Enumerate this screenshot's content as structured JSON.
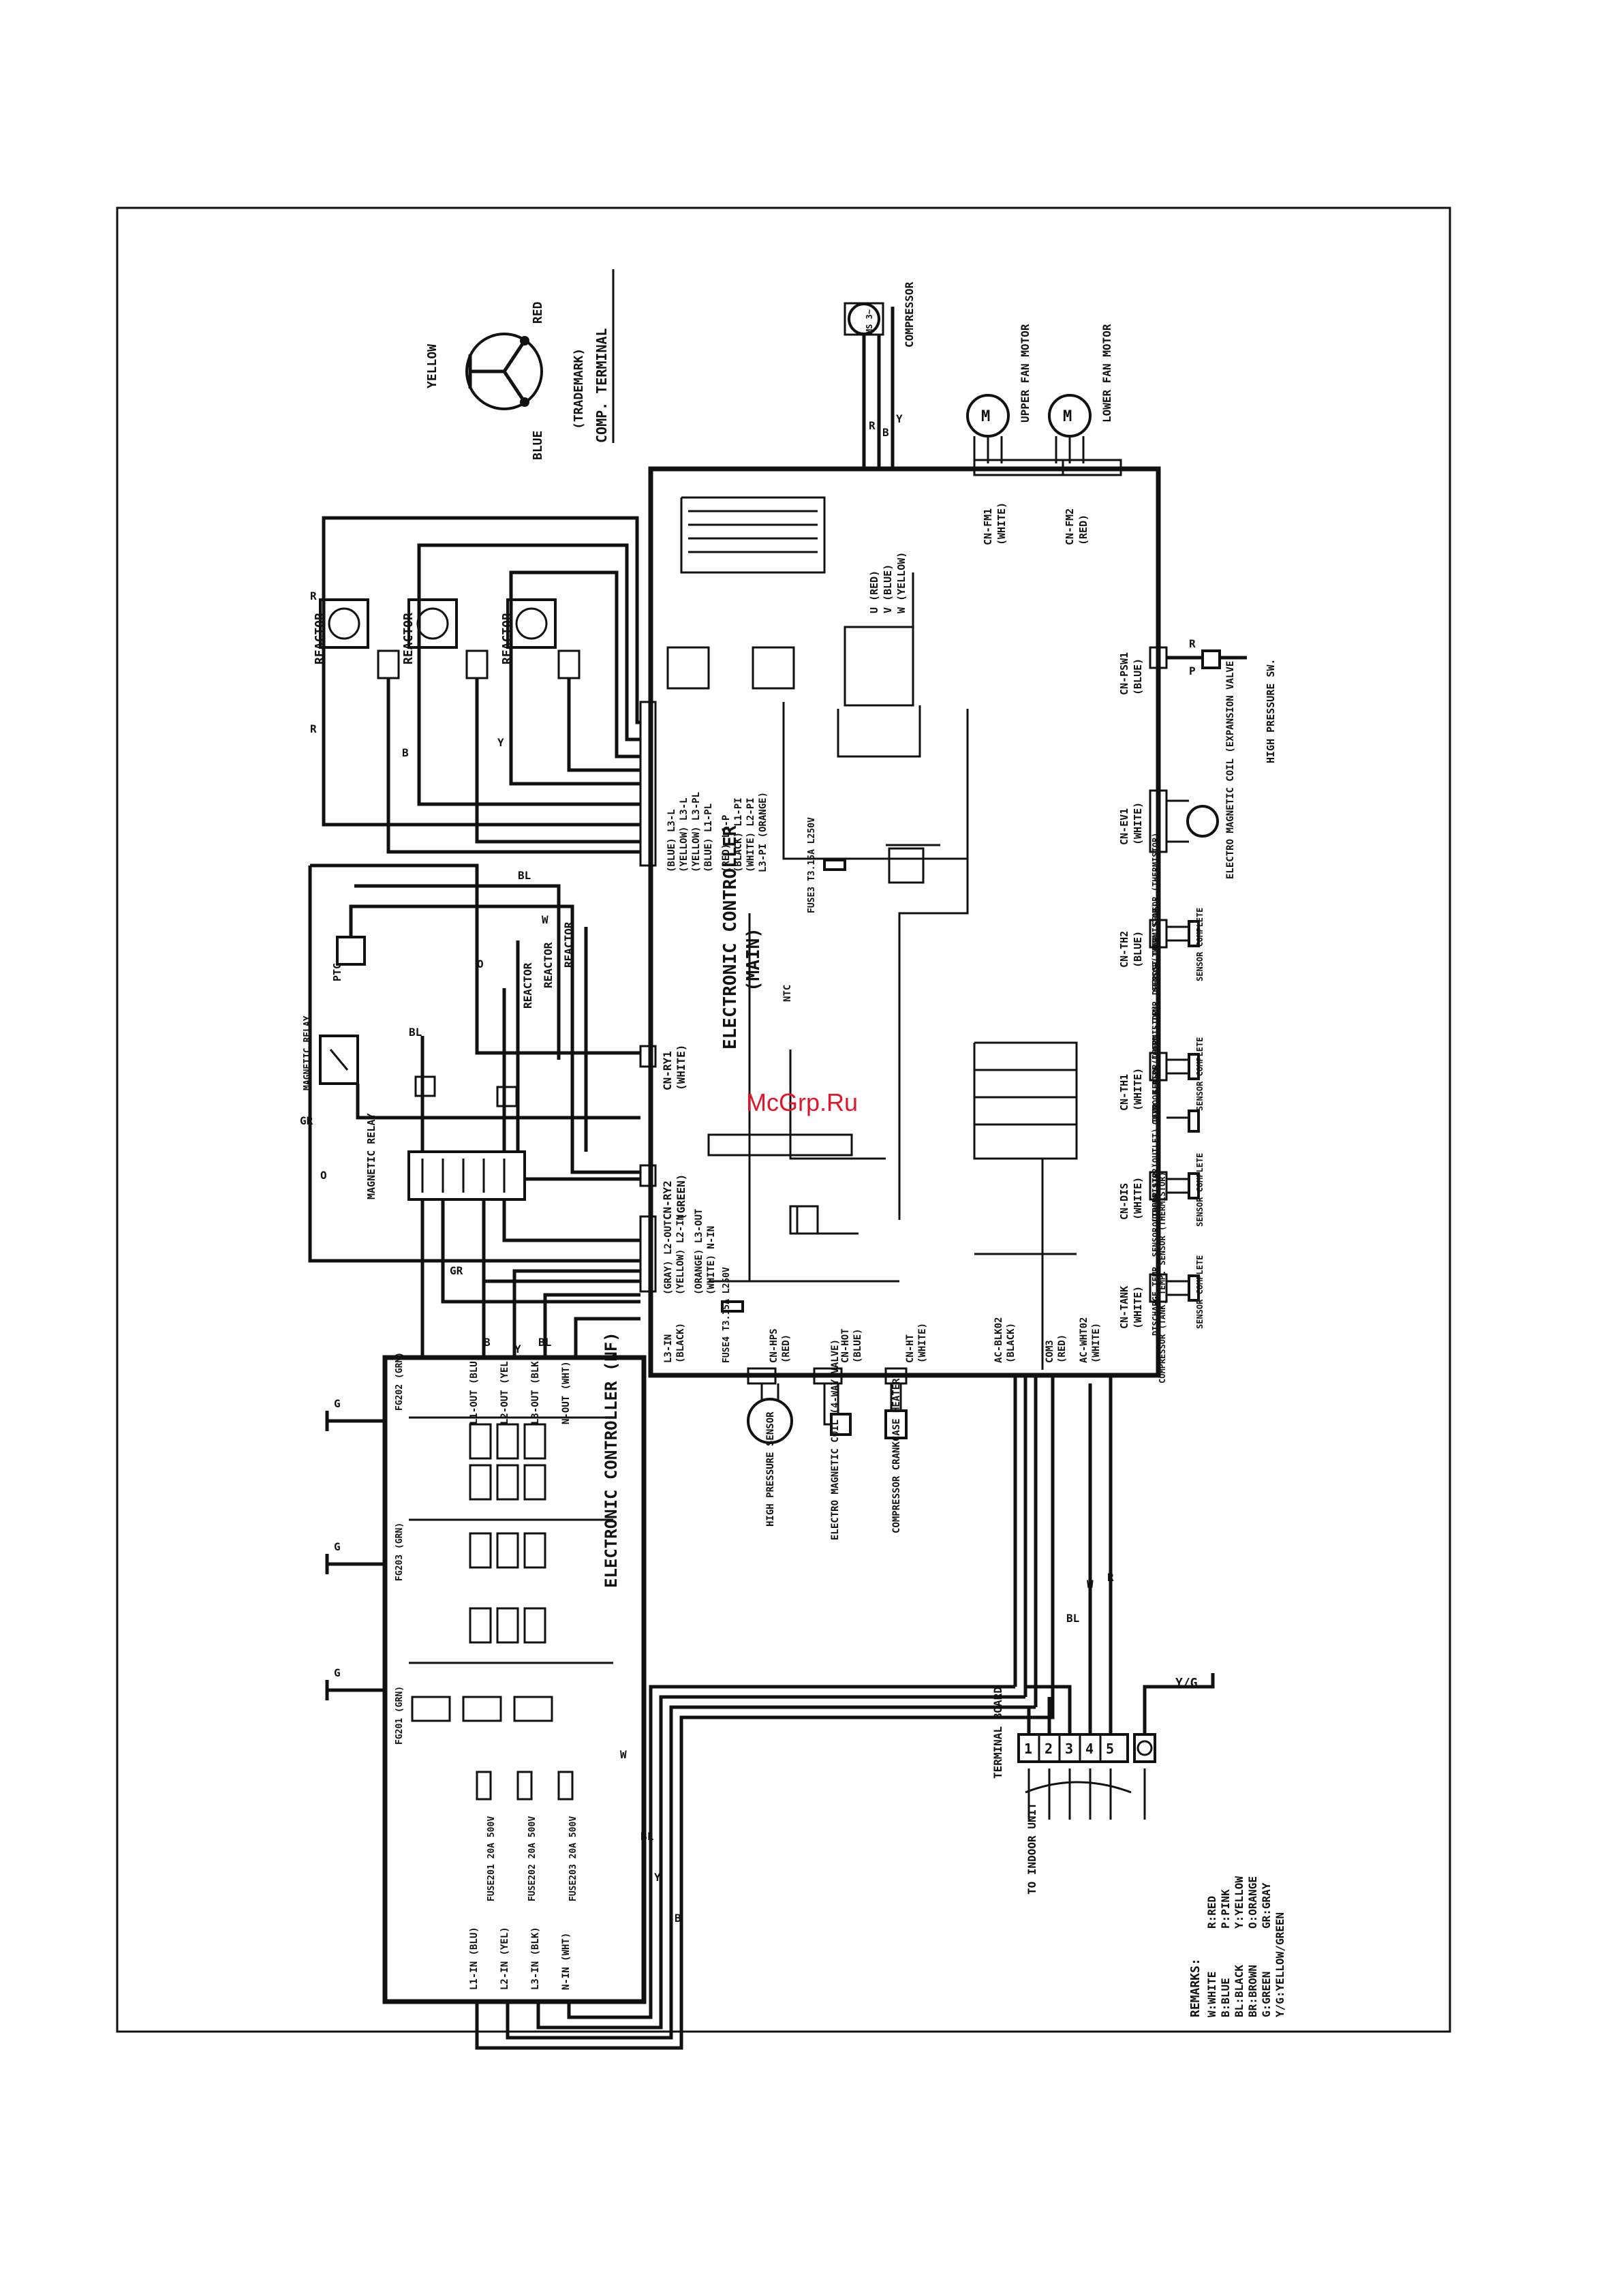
{
  "watermark": "McGrp.Ru",
  "compressor_terminal": {
    "labels": [
      "YELLOW",
      "RED",
      "BLUE"
    ],
    "trademark": "(TRADEMARK)",
    "title": "COMP. TERMINAL"
  },
  "compressor": {
    "label": "COMPRESSOR",
    "motor": "MS 3~"
  },
  "fan_motors": {
    "upper": "UPPER FAN MOTOR",
    "lower": "LOWER FAN MOTOR"
  },
  "reactors": [
    "REACTOR",
    "REACTOR",
    "REACTOR"
  ],
  "main_controller": {
    "title": "ELECTRONIC CONTROLLER",
    "subtitle": "(MAIN)",
    "left_connectors": [
      "(BLUE) L3-L",
      "(YELLOW) L3-L",
      "(YELLOW) L3-PL",
      "(BLUE) L1-PL",
      "(RED) L1-P",
      "(BLACK) L1-PI",
      "(WHITE) L2-PI",
      "L3-PI (ORANGE)"
    ],
    "relay_connectors": [
      {
        "name": "CN-RY1",
        "color": "(WHITE)"
      },
      {
        "name": "CN-RY2",
        "color": "(GREEN)"
      }
    ],
    "ac_connectors": [
      "(GRAY) L2-OUT",
      "(YELLOW) L2-IN",
      "(ORANGE) L3-OUT",
      "(WHITE) N-IN"
    ],
    "fuses": [
      "FUSE3 T3.15A L250V",
      "FUSE4 T3.15A L250V"
    ],
    "ntc": "NTC",
    "top_connectors": [
      {
        "name": "CN-FM1",
        "color": "(WHITE)"
      },
      {
        "name": "CN-FM2",
        "color": "(RED)"
      }
    ],
    "uvw": [
      "U (RED)",
      "V (BLUE)",
      "W (YELLOW)"
    ],
    "right_connectors": [
      {
        "name": "CN-PSW1",
        "color": "(BLUE)"
      },
      {
        "name": "CN-EV1",
        "color": "(WHITE)"
      },
      {
        "name": "CN-TH2",
        "color": "(BLUE)"
      },
      {
        "name": "CN-TH1",
        "color": "(WHITE)"
      },
      {
        "name": "CN-DIS",
        "color": "(WHITE)"
      },
      {
        "name": "CN-TANK",
        "color": "(WHITE)"
      }
    ],
    "bottom_connectors": [
      {
        "name": "L3-IN",
        "color": "(BLACK)"
      },
      {
        "name": "CN-HPS",
        "color": "(RED)"
      },
      {
        "name": "CN-HOT",
        "color": "(BLUE)"
      },
      {
        "name": "CN-HT",
        "color": "(WHITE)"
      },
      {
        "name": "AC-BLK02",
        "color": "(BLACK)"
      },
      {
        "name": "COM3",
        "color": "(RED)"
      },
      {
        "name": "AC-WHT02",
        "color": "(WHITE)"
      }
    ]
  },
  "nf_controller": {
    "title": "ELECTRONIC CONTROLLER (NF)",
    "outputs": [
      "L1-OUT (BLU)",
      "L2-OUT (YEL)",
      "L3-OUT (BLK)",
      "N-OUT (WHT)"
    ],
    "inputs": [
      "L1-IN (BLU)",
      "L2-IN (YEL)",
      "L3-IN (BLK)",
      "N-IN (WHT)"
    ],
    "fuses": [
      "FUSE201 20A 500V",
      "FUSE202 20A 500V",
      "FUSE203 20A 500V"
    ],
    "grounds": [
      "FG202 (GRN)",
      "FG203 (GRN)",
      "FG201 (GRN)"
    ],
    "ground_label": "G"
  },
  "relays": {
    "magnetic_relay_1": "MAGNETIC RELAY",
    "magnetic_relay_2": "MAGNETIC RELAY",
    "ptc": "PTC"
  },
  "bottom_components": {
    "high_pressure": "HIGH PRESSURE SENSOR",
    "magnetic_coil": "ELECTRO MAGNETIC COIL (4-WAY VALVE)",
    "heater": "COMPRESSOR CRANKCASE HEATER"
  },
  "sensors": {
    "high_pressure_sw": "HIGH PRESSURE SW.",
    "expansion": "ELECTRO MAGNETIC COIL (EXPANSION VALVE)",
    "defrost": "DEFROST TEMP. SENSOR (THERMISTOR)",
    "outdoor_pipe": "OUTDOOR PIPE (COND.) TEMP. SENSOR(THERMISTOR)",
    "outdoor_air": "OUTDOOR AIR (OUTLET) TEMP. SENSOR(THERMISTOR)",
    "discharge": "DISCHARGE TEMP. SENSOR (THERMISTOR)",
    "compressor_tank": "COMPRESSOR (TANK) TEMP. SENSOR (THERMISTOR)",
    "sensor_complete": "SENSOR COMPLETE"
  },
  "terminal_board": {
    "title": "TERMINAL BOARD",
    "numbers": [
      "1",
      "2",
      "3",
      "4",
      "5"
    ],
    "to_indoor": "TO INDOOR UNIT",
    "yg": "Y/G"
  },
  "wire_letters": [
    "R",
    "B",
    "Y",
    "BL",
    "W",
    "O",
    "GR",
    "P"
  ],
  "remarks": {
    "title": "REMARKS:",
    "col1": [
      "W:WHITE",
      "B:BLUE",
      "BL:BLACK",
      "BR:BROWN",
      "G:GREEN",
      "Y/G:YELLOW/GREEN"
    ],
    "col2": [
      "R:RED",
      "P:PINK",
      "Y:YELLOW",
      "O:ORANGE",
      "GR:GRAY"
    ]
  },
  "colors": {
    "ink": "#111111",
    "paper": "#ffffff",
    "watermark": "#e0162b"
  }
}
